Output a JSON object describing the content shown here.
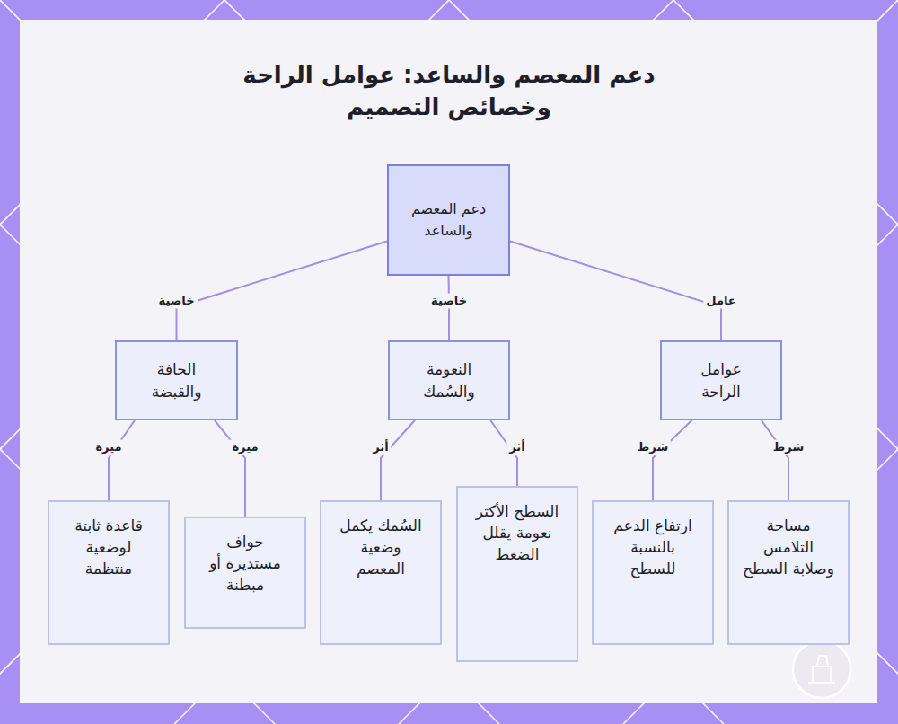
{
  "diagram": {
    "title": "دعم المعصم والساعد: عوامل الراحة وخصائص التصميم",
    "nodes": [
      {
        "text": [
          "دعم المعصم والساعد"
        ]
      },
      {
        "text": [
          "عوامل الراحة"
        ]
      },
      {
        "text": [
          "النعومة والسُمك"
        ]
      },
      {
        "text": [
          "الحافة والقبضة"
        ]
      },
      {
        "text": [
          "مساحة التلامس وصلابة السطح"
        ]
      },
      {
        "text": [
          "ارتفاع الدعم بالنسبة للسطح"
        ]
      },
      {
        "text": [
          "السطح الأكثر نعومة يقلل الضغط"
        ]
      },
      {
        "text": [
          "السُمك يكمل وضعية المعصم"
        ]
      },
      {
        "text": [
          "حواف مستديرة أو مبطنة"
        ]
      },
      {
        "text": [
          "قاعدة ثابتة لوضعية منتظمة"
        ]
      }
    ],
    "edges": [
      {
        "from": 0,
        "to": 1,
        "arrow": "none",
        "label": "عامل"
      },
      {
        "from": 0,
        "to": 2,
        "arrow": "none",
        "label": "خاصية"
      },
      {
        "from": 0,
        "to": 3,
        "arrow": "none",
        "label": "خاصية"
      },
      {
        "from": 1,
        "to": 4,
        "arrow": "none",
        "label": "شرط"
      },
      {
        "from": 1,
        "to": 5,
        "arrow": "none",
        "label": "شرط"
      },
      {
        "from": 2,
        "to": 6,
        "arrow": "none",
        "label": "أثر"
      },
      {
        "from": 2,
        "to": 7,
        "arrow": "none",
        "label": "أثر"
      },
      {
        "from": 3,
        "to": 8,
        "arrow": "none",
        "label": "ميزة"
      },
      {
        "from": 3,
        "to": 9,
        "arrow": "none",
        "label": "ميزة"
      }
    ]
  }
}
